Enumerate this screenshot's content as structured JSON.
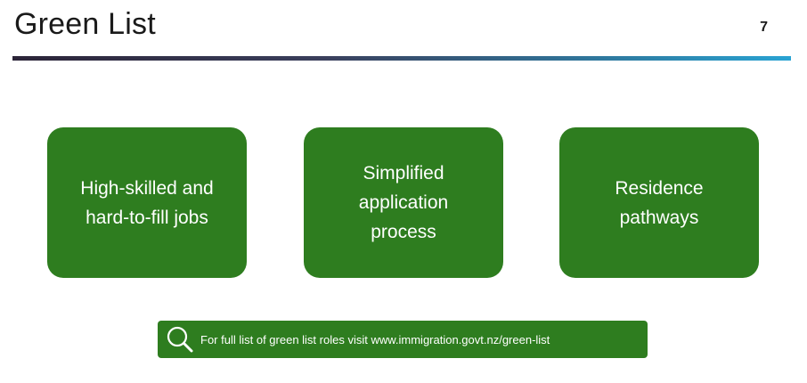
{
  "slide": {
    "title": "Green List",
    "page_number": "7"
  },
  "cards": [
    {
      "text": "High-skilled and\nhard-to-fill jobs"
    },
    {
      "text": "Simplified\napplication\nprocess"
    },
    {
      "text": "Residence\npathways"
    }
  ],
  "info_bar": {
    "icon": "search-icon",
    "text": "For full list of green list roles visit www.immigration.govt.nz/green-list"
  },
  "colors": {
    "card_green": "#2e7d1f",
    "rule_start": "#2b2438",
    "rule_end": "#29a3d3"
  }
}
